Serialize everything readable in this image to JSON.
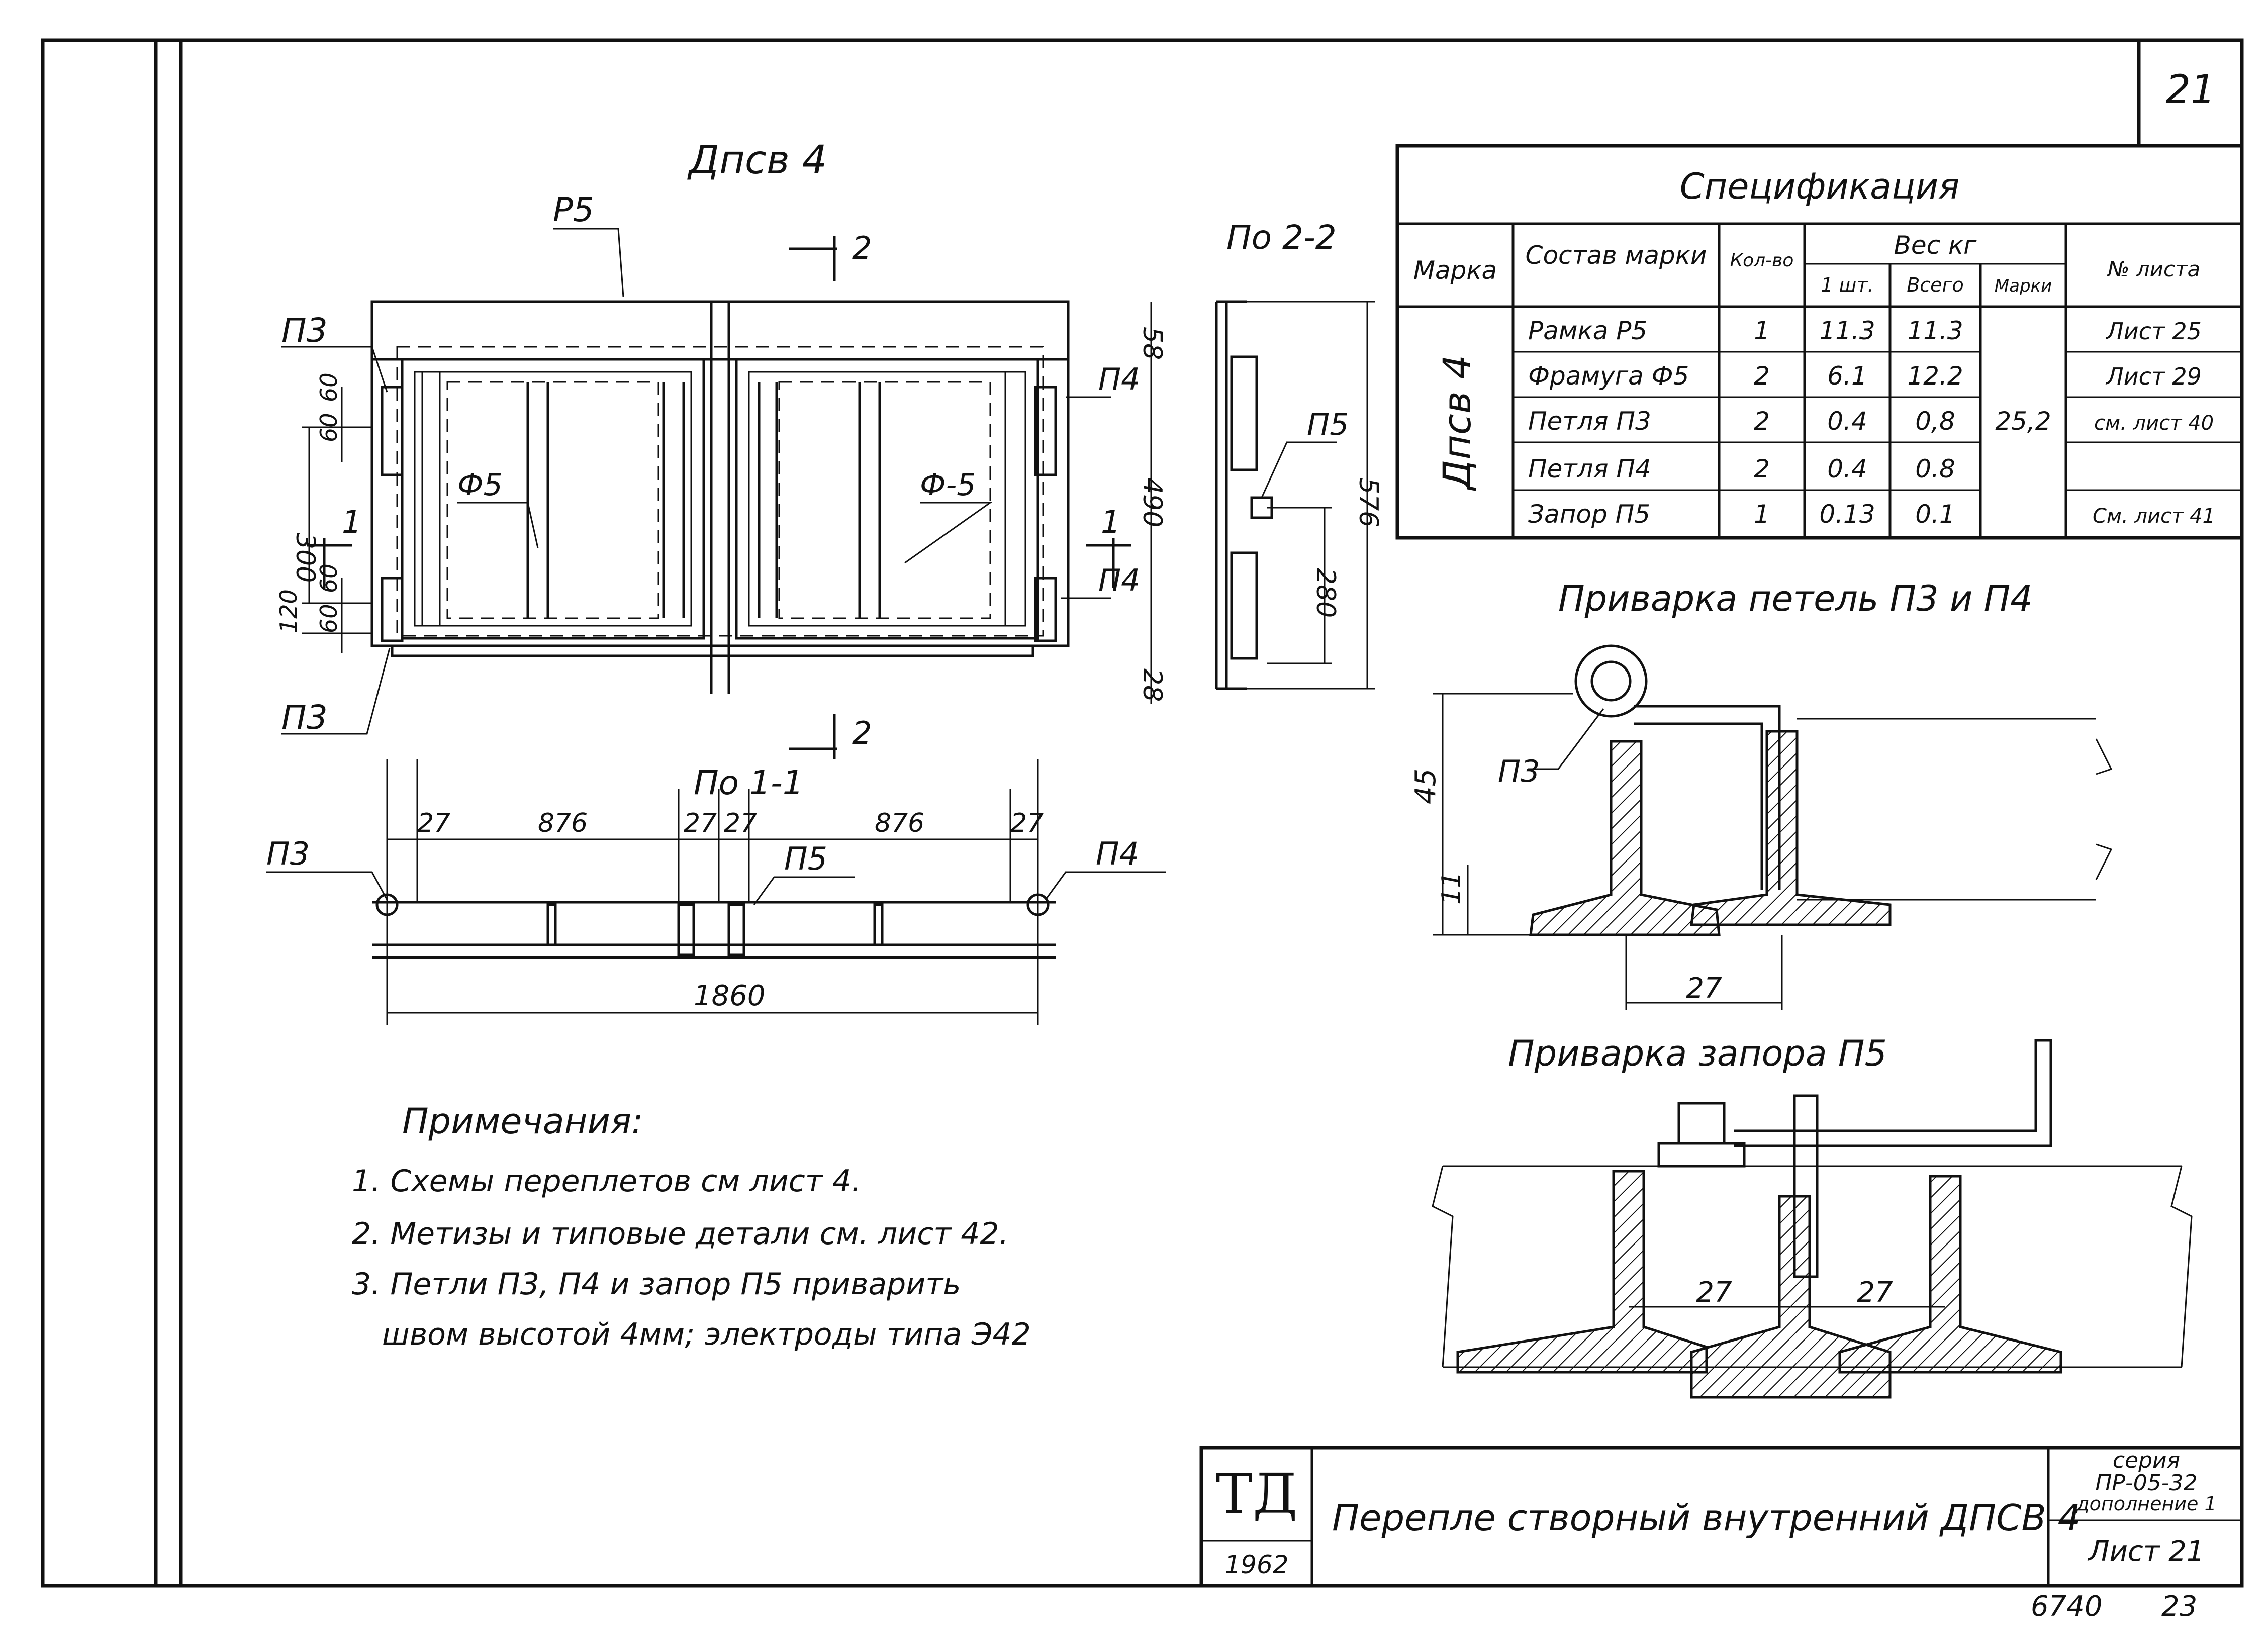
{
  "sheet_number": "21",
  "main_view": {
    "title": "Дпсв 4",
    "label_frame": "Р5",
    "section_2_mark": "2",
    "section_1_mark": "1",
    "label_p3_top": "П3",
    "label_p3_bottom": "П3",
    "label_p4_top": "П4",
    "label_p4_bottom": "П4",
    "label_f5_left": "Ф5",
    "label_f5_right": "Ф-5",
    "dim_300": "300",
    "dim_60_a": "60",
    "dim_60_b": "60",
    "dim_60_c": "60",
    "dim_60_d": "60",
    "dim_120": "120"
  },
  "section_2_2": {
    "title": "По 2-2",
    "label_p5": "П5",
    "dim_58": "58",
    "dim_490": "490",
    "dim_576": "576",
    "dim_280": "280",
    "dim_28": "28"
  },
  "section_1_1": {
    "title": "По 1-1",
    "label_p3": "П3",
    "label_p5": "П5",
    "label_p4": "П4",
    "dims": [
      "27",
      "876",
      "27",
      "27",
      "876",
      "27"
    ],
    "total": "1860"
  },
  "specification": {
    "title": "Спецификация",
    "headers": {
      "mark": "Марка",
      "composition": "Состав марки",
      "qty": "Кол-во",
      "weight": "Вес кг",
      "per_unit": "1 шт.",
      "total": "Всего",
      "per_mark": "Марки",
      "sheet": "№ листа"
    },
    "mark_value": "Дпсв 4",
    "mark_weight": "25,2",
    "rows": [
      {
        "name": "Рамка Р5",
        "qty": "1",
        "unit": "11.3",
        "total": "11.3",
        "sheet": "Лист 25"
      },
      {
        "name": "Фрамуга Ф5",
        "qty": "2",
        "unit": "6.1",
        "total": "12.2",
        "sheet": "Лист 29"
      },
      {
        "name": "Петля П3",
        "qty": "2",
        "unit": "0.4",
        "total": "0,8",
        "sheet": "см. лист 40"
      },
      {
        "name": "Петля П4",
        "qty": "2",
        "unit": "0.4",
        "total": "0.8",
        "sheet": ""
      },
      {
        "name": "Запор П5",
        "qty": "1",
        "unit": "0.13",
        "total": "0.1",
        "sheet": "См. лист 41"
      }
    ]
  },
  "detail_hinges": {
    "title": "Приварка петель П3 и П4",
    "label_p3": "П3",
    "dim_45": "45",
    "dim_11": "11",
    "dim_27": "27"
  },
  "detail_lock": {
    "title": "Приварка запора П5",
    "dim_27_a": "27",
    "dim_27_b": "27"
  },
  "notes": {
    "title": "Примечания:",
    "items": [
      "1. Схемы переплетов см лист 4.",
      "2. Метизы и типовые детали см. лист 42.",
      "3. Петли П3, П4 и запор П5 приварить",
      "швом высотой 4мм; электроды типа Э42"
    ]
  },
  "title_block": {
    "logo": "ТД",
    "year": "1962",
    "name": "Перепле створный внутренний ДПСВ 4",
    "series_label": "серия",
    "series_code": "ПР-05-32",
    "series_note": "дополнение 1",
    "sheet_label": "Лист 21"
  },
  "archive_number": "6740",
  "archive_page": "23"
}
